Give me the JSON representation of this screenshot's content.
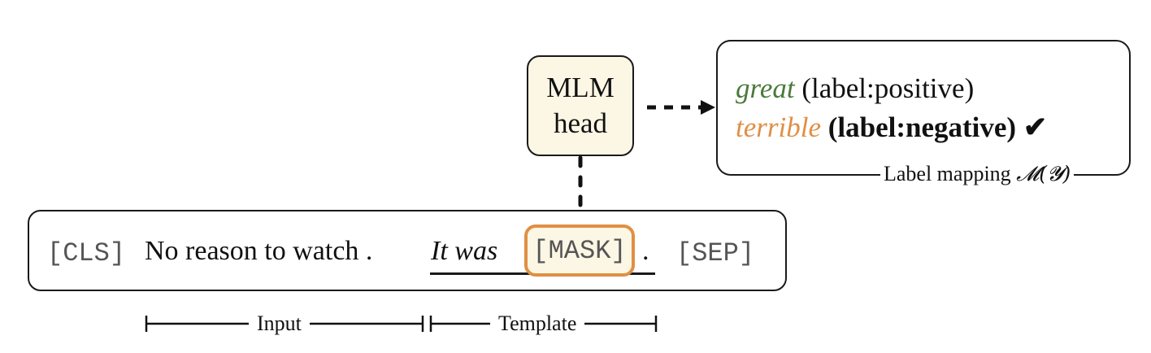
{
  "mlm_head": {
    "line1": "MLM",
    "line2": "head"
  },
  "label_mapping": {
    "items": [
      {
        "word": "great",
        "label": "(label:positive)",
        "selected": false,
        "word_color": "#4a7a3a"
      },
      {
        "word": "terrible",
        "label": "(label:negative)",
        "selected": true,
        "word_color": "#e08f44",
        "check_icon": "✔"
      }
    ],
    "caption": "Label mapping",
    "caption_math": "𝓜(𝓨)"
  },
  "sentence": {
    "cls_token": "[CLS]",
    "input_text": "No reason to watch .",
    "template_text": "It was",
    "mask_token": "[MASK]",
    "period": ".",
    "sep_token": "[SEP]"
  },
  "spans": {
    "input_label": "Input",
    "template_label": "Template"
  },
  "colors": {
    "mask_border": "#e08f44",
    "box_fill": "#fcf6e4",
    "positive": "#4a7a3a",
    "negative": "#e08f44"
  }
}
